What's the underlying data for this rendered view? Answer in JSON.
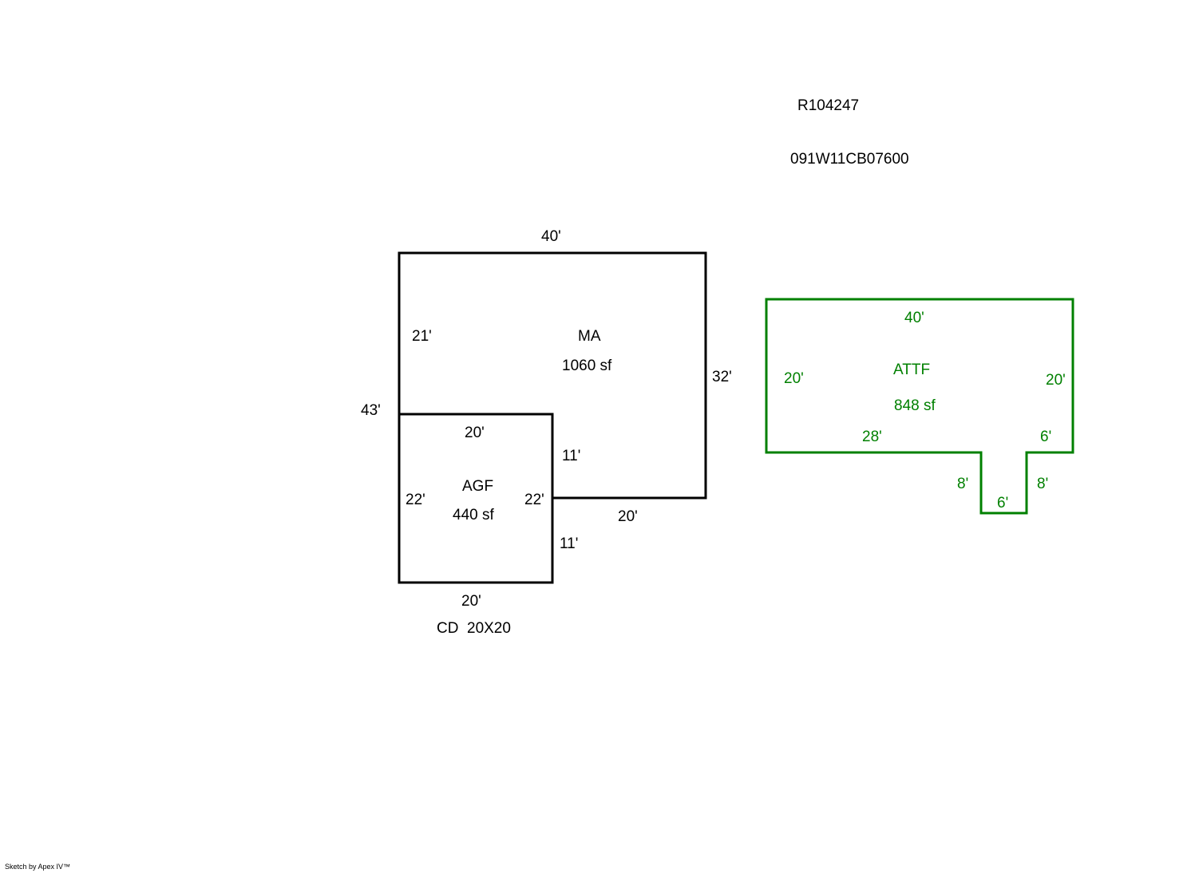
{
  "header": {
    "account_id": "R104247",
    "map_tax_lot": "091W11CB07600"
  },
  "areas": {
    "main": {
      "code": "MA",
      "area": "1060 sf",
      "dims": {
        "top": "40'",
        "left_upper": "21'",
        "left_overall": "43'",
        "right": "32'",
        "bottom": "20'",
        "inner_upper": "11'"
      }
    },
    "garage": {
      "code": "AGF",
      "area": "440 sf",
      "dims": {
        "top": "20'",
        "left": "22'",
        "right": "22'",
        "bottom": "20'",
        "right_lower": "11'"
      },
      "note": "CD  20X20"
    },
    "attached_frame": {
      "code": "ATTF",
      "area": "848 sf",
      "dims": {
        "top": "40'",
        "left": "20'",
        "right": "20'",
        "bottom_left": "28'",
        "bottom_right": "6'",
        "notch_left": "8'",
        "notch_right": "8'",
        "notch_bottom": "6'"
      }
    }
  },
  "colors": {
    "outline": "#000000",
    "attached_outline": "#008000"
  },
  "footer": {
    "credit": "Sketch by Apex IV™"
  }
}
